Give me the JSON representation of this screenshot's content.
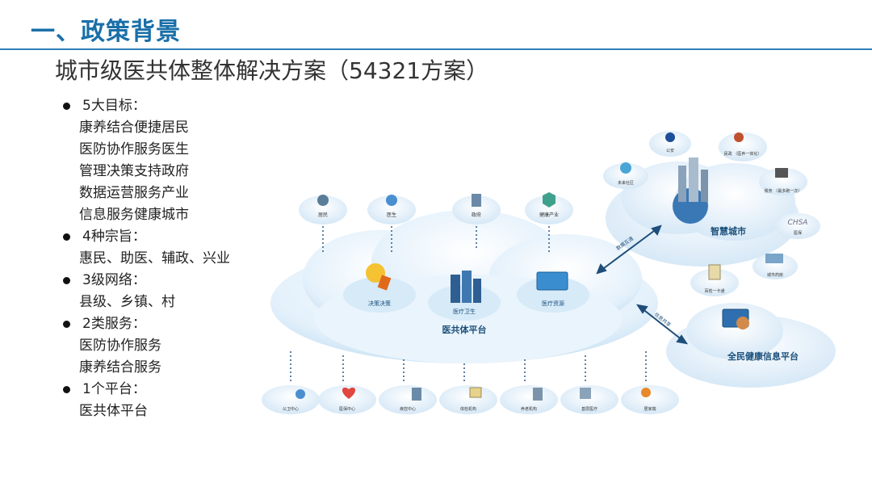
{
  "title": "一、政策背景",
  "subtitle": "城市级医共体整体解决方案（54321方案）",
  "groups": [
    {
      "heading": "5大目标：",
      "items": [
        "康养结合便捷居民",
        "医防协作服务医生",
        "管理决策支持政府",
        "数据运营服务产业",
        "信息服务健康城市"
      ]
    },
    {
      "heading": "4种宗旨：",
      "items": [
        "惠民、助医、辅政、兴业"
      ]
    },
    {
      "heading": "3级网络：",
      "items": [
        "县级、乡镇、村"
      ]
    },
    {
      "heading": "2类服务：",
      "items": [
        "医防协作服务",
        "康养结合服务"
      ]
    },
    {
      "heading": "1个平台：",
      "items": [
        "医共体平台"
      ]
    }
  ],
  "diagram": {
    "main_cloud": "医共体平台",
    "inner_nodes": [
      "决策决策",
      "医疗卫生",
      "医疗资源"
    ],
    "top_nodes": [
      "居民",
      "医生",
      "政府",
      "健康产业"
    ],
    "city_cloud": "智慧城市",
    "city_nodes": [
      "公安",
      "民政\n（医养一体化）",
      "未来社区",
      "税务\n（最多跑一次）",
      "医保",
      "城市药房",
      "百姓一卡通"
    ],
    "health_cloud": "全民健康信息平台",
    "link_city": "数据互通",
    "link_health": "信息共享",
    "bottom_nodes": [
      "公卫中心",
      "医保中心",
      "疾控中心",
      "体检机构",
      "养老机构",
      "基层医疗",
      "居家端"
    ]
  }
}
